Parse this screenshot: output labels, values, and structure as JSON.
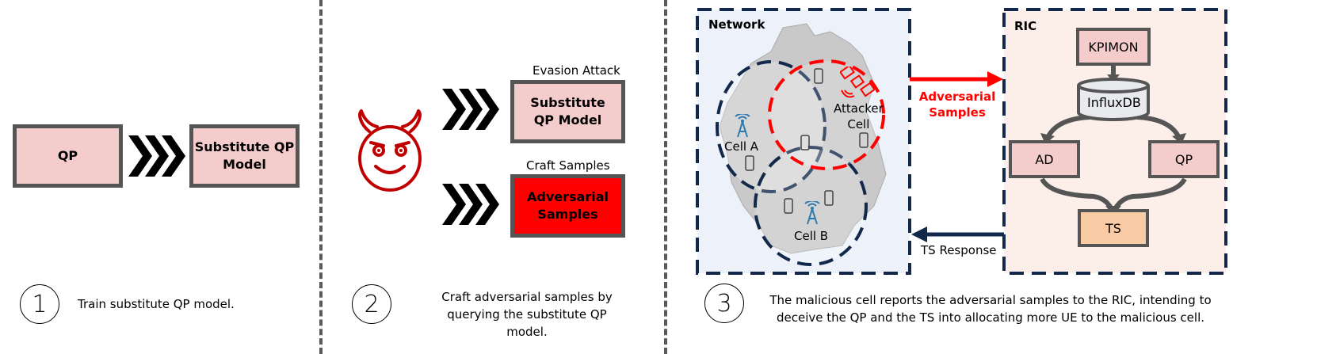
{
  "panel1": {
    "qp_label": "QP",
    "substitute_label_line1": "Substitute QP",
    "substitute_label_line2": "Model",
    "step_number": "1",
    "caption": "Train substitute QP model."
  },
  "panel2": {
    "evasion_title": "Evasion Attack",
    "substitute_label_line1": "Substitute",
    "substitute_label_line2": "QP Model",
    "craft_title": "Craft Samples",
    "adversarial_line1": "Adversarial",
    "adversarial_line2": "Samples",
    "step_number": "2",
    "caption_line1": "Craft adversarial samples by",
    "caption_line2": "querying the substitute QP model."
  },
  "panel3": {
    "network_title": "Network",
    "cell_a": "Cell A",
    "cell_b": "Cell B",
    "attacker_line1": "Attacker",
    "attacker_line2": "Cell",
    "adv_arrow_line1": "Adversarial",
    "adv_arrow_line2": "Samples",
    "ts_response": "TS Response",
    "ric_title": "RIC",
    "kpimon": "KPIMON",
    "influxdb": "InfluxDB",
    "ad": "AD",
    "qp": "QP",
    "ts": "TS",
    "step_number": "3",
    "caption_line1": "The malicious cell reports the adversarial samples to the RIC, intending to",
    "caption_line2": "deceive the QP and the TS into allocating more UE to the malicious cell."
  },
  "colors": {
    "pink": "#f4cccc",
    "red": "#ff0000",
    "orange": "#f8cba4",
    "navy": "#13294b",
    "network_bg": "#edf2fa",
    "ric_bg": "#fcefe9"
  },
  "icons": [
    "chevron-arrow-icon",
    "devil-icon",
    "cell-tower-icon",
    "satellite-icon",
    "phone-icon",
    "database-icon"
  ]
}
